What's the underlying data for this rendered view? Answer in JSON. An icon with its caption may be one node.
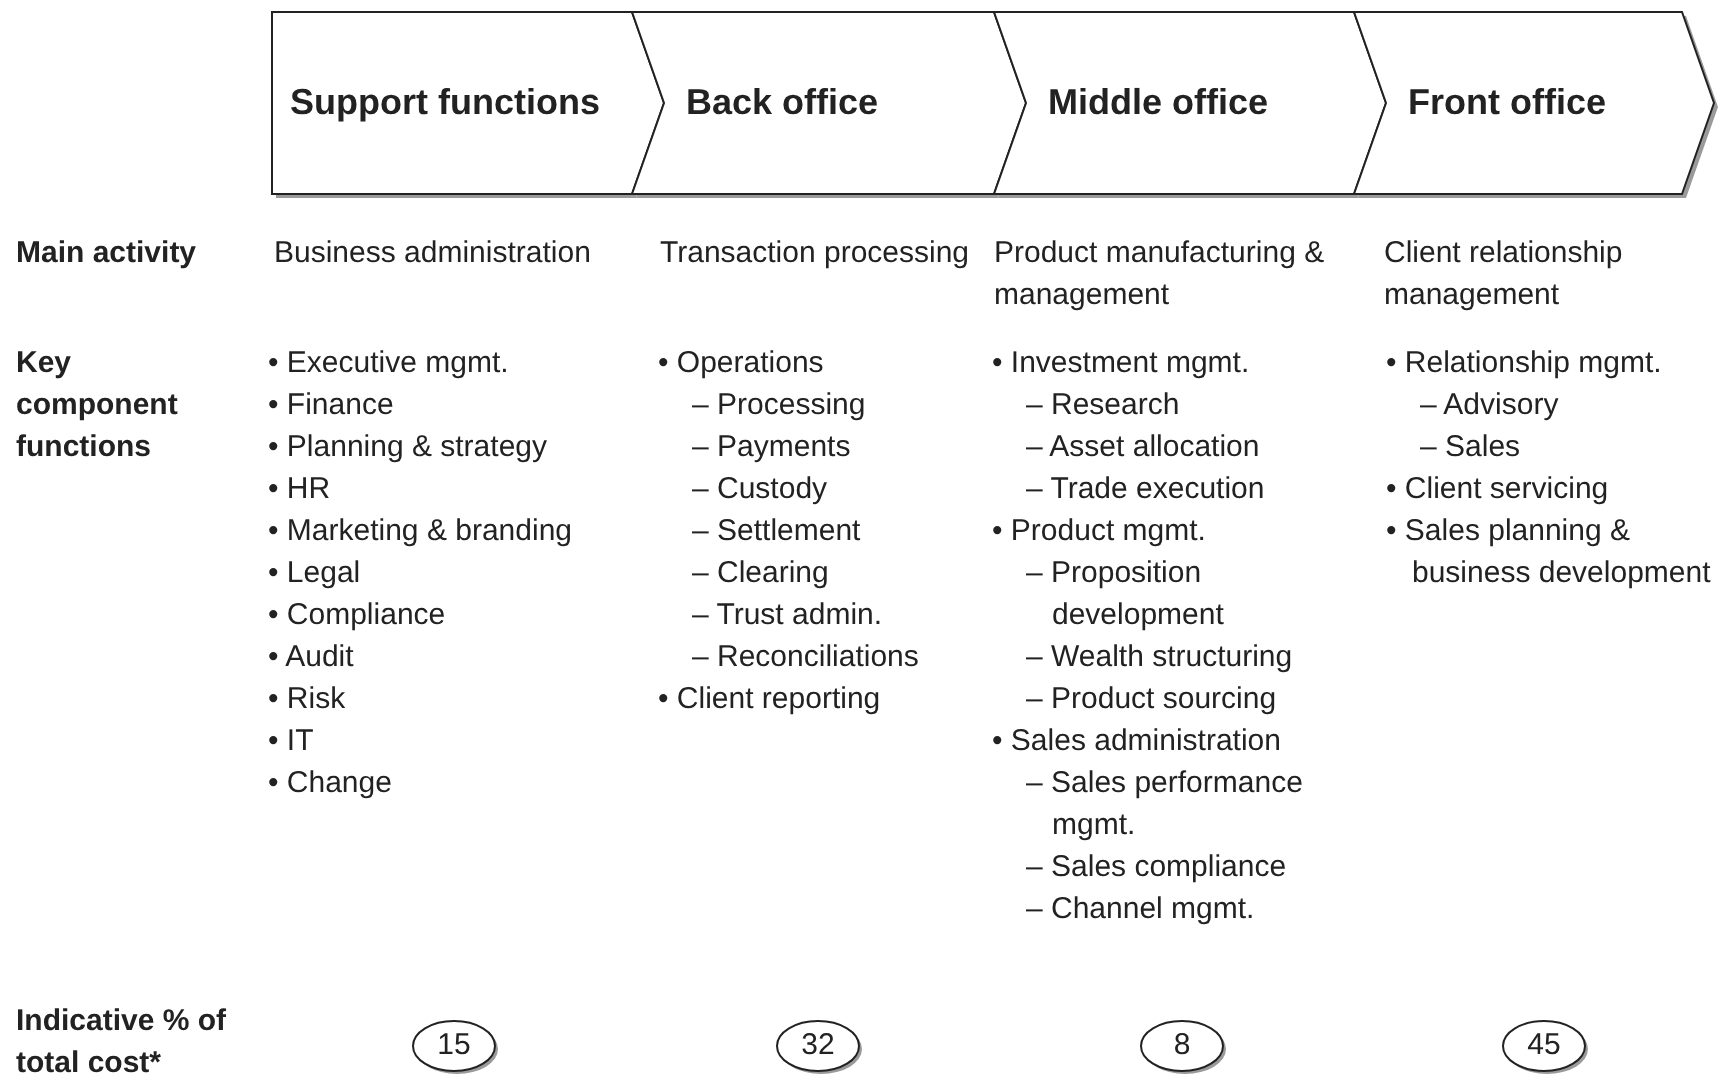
{
  "diagram": {
    "nodes": [
      {
        "text": [
          "Support functions"
        ]
      },
      {
        "text": [
          "Back office"
        ]
      },
      {
        "text": [
          "Middle office"
        ]
      },
      {
        "text": [
          "Front office"
        ]
      },
      {
        "text": [
          "15"
        ]
      },
      {
        "text": [
          "32"
        ]
      },
      {
        "text": [
          "8"
        ]
      },
      {
        "text": [
          "45"
        ]
      }
    ],
    "edges": [],
    "labels": [
      "Main activity",
      "Business administration",
      "Transaction processing",
      "Product manufacturing & management",
      "Client relationship management",
      "Key component functions",
      "• Executive mgmt.",
      "• Finance",
      "• Planning & strategy",
      "• HR",
      "• Marketing & branding",
      "• Legal",
      "• Compliance",
      "• Audit",
      "• Risk",
      "• IT",
      "• Change",
      "• Operations",
      "– Processing",
      "– Payments",
      "– Custody",
      "– Settlement",
      "– Clearing",
      "– Trust admin.",
      "– Reconciliations",
      "• Client reporting",
      "• Investment mgmt.",
      "– Research",
      "– Asset allocation",
      "– Trade execution",
      "• Product mgmt.",
      "– Proposition development",
      "– Wealth structuring",
      "– Product sourcing",
      "• Sales administration",
      "– Sales performance mgmt.",
      "– Sales compliance",
      "– Channel mgmt.",
      "• Relationship mgmt.",
      "– Advisory",
      "– Sales",
      "• Client servicing",
      "• Sales planning & business development",
      "Indicative % of total cost*"
    ]
  }
}
